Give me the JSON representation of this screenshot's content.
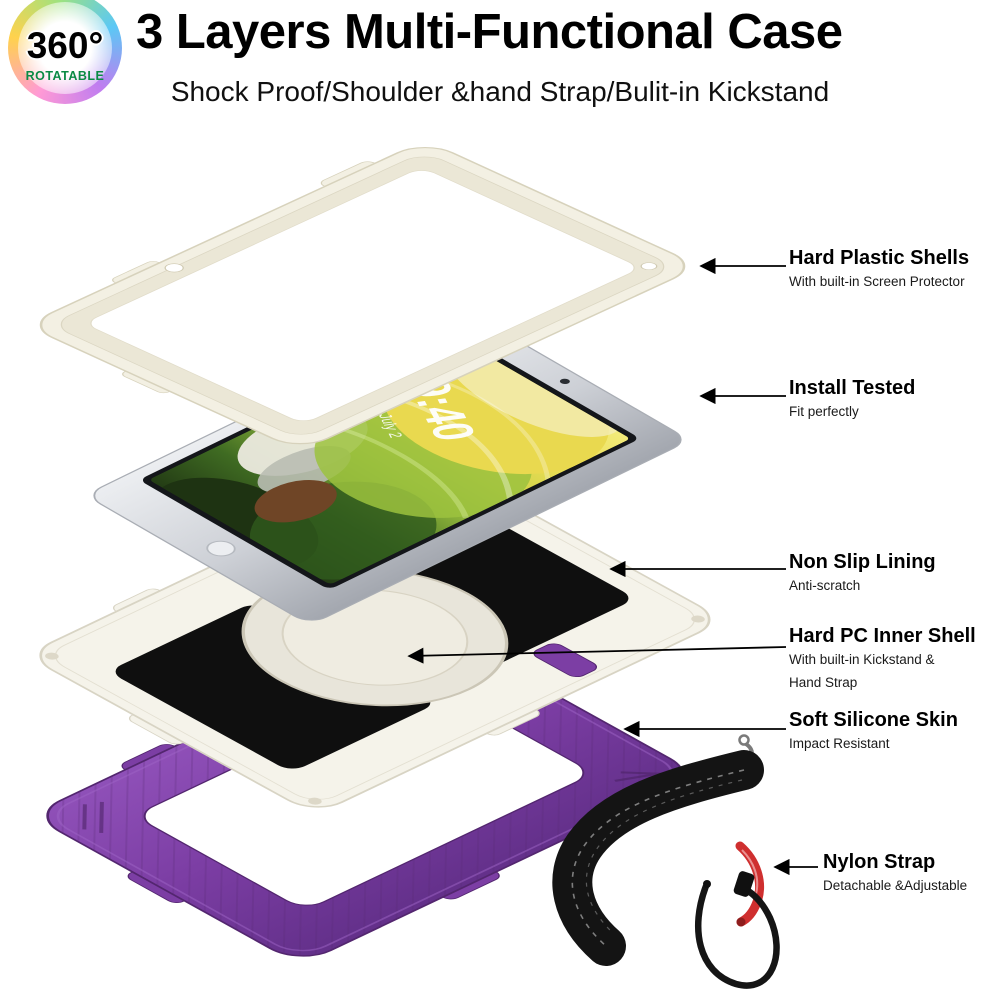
{
  "badge": {
    "degrees": "360°",
    "label": "ROTATABLE"
  },
  "header": {
    "title": "3 Layers Multi-Functional Case",
    "subtitle": "Shock Proof/Shoulder &hand Strap/Bulit-in Kickstand"
  },
  "tablet_screen": {
    "time": "9:40",
    "date": "Sunday, July 2"
  },
  "callouts": [
    {
      "title": "Hard Plastic Shells",
      "desc": "With built-in Screen Protector"
    },
    {
      "title": "Install Tested",
      "desc": "Fit perfectly"
    },
    {
      "title": "Non Slip Lining",
      "desc": "Anti-scratch"
    },
    {
      "title": "Hard PC Inner Shell",
      "desc": "With built-in Kickstand &",
      "desc2": "Hand Strap"
    },
    {
      "title": "Soft Silicone Skin",
      "desc": "Impact Resistant"
    },
    {
      "title": "Nylon Strap",
      "desc": "Detachable &Adjustable"
    }
  ],
  "colors": {
    "accent_purple": "#7c3ea4",
    "shell_cream": "#f3f0e3",
    "strap_black": "#141414",
    "hand_strap_red": "#cf2f2f",
    "badge_label_green": "#0b8a45"
  }
}
